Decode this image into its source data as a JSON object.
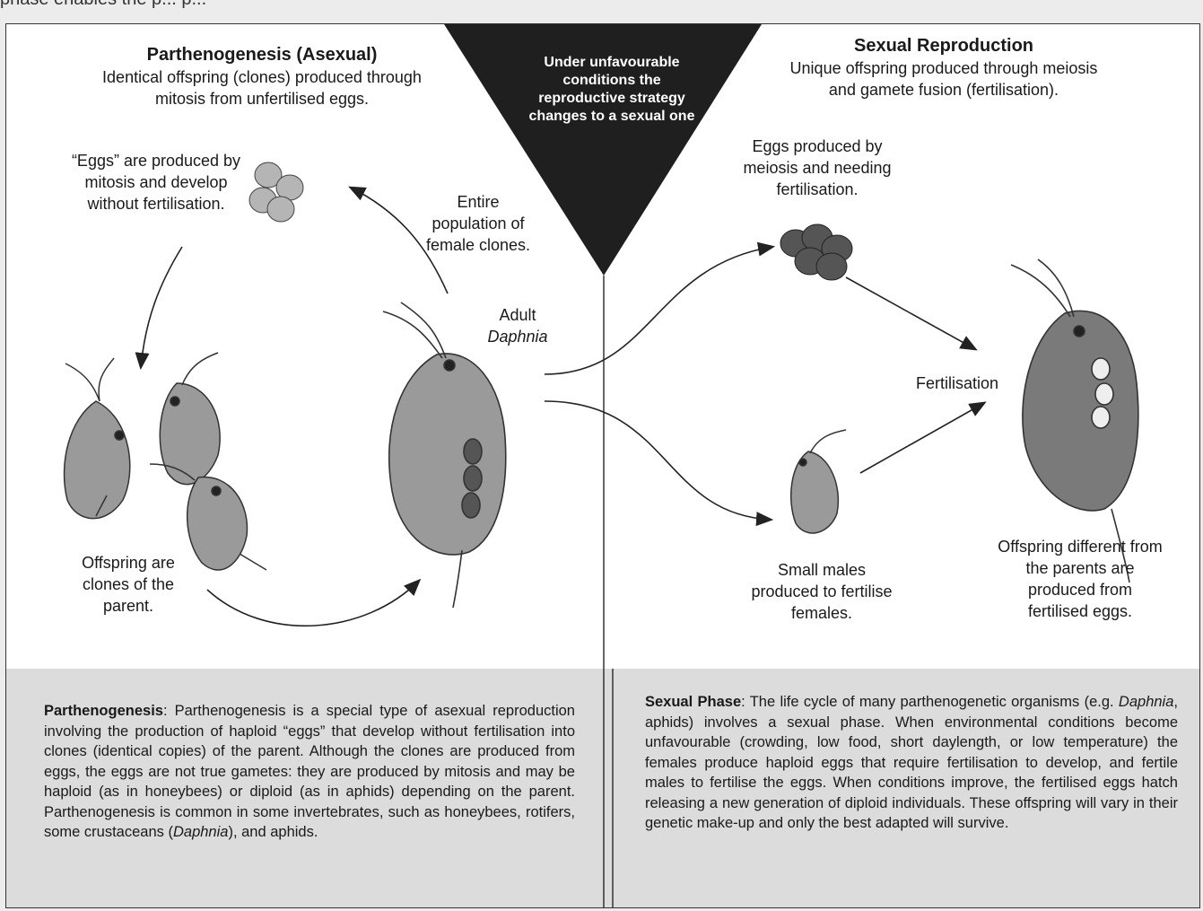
{
  "top_snippet": "phase enables the p... p...",
  "left": {
    "title": "Parthenogenesis (Asexual)",
    "subtitle": "Identical offspring (clones) produced through mitosis from unfertilised eggs.",
    "eggs_label": "“Eggs” are produced by mitosis and develop without fertilisation.",
    "population_label": "Entire population of female clones.",
    "adult_label": "Adult",
    "adult_species": "Daphnia",
    "offspring_label": "Offspring are clones of the parent."
  },
  "middle": {
    "banner": "Under unfavourable conditions the reproductive strategy changes to a sexual one"
  },
  "right": {
    "title": "Sexual Reproduction",
    "subtitle": "Unique offspring produced through meiosis and gamete fusion (fertilisation).",
    "eggs_label": "Eggs produced by meiosis and needing fertilisation.",
    "fertilisation_label": "Fertilisation",
    "males_label": "Small males produced to fertilise females.",
    "offspring_label": "Offspring different from the parents are produced from fertilised eggs."
  },
  "bottom": {
    "left_term": "Parthenogenesis",
    "left_text_1": ": Parthenogenesis is a special type of asexual reproduction involving the production of haploid “eggs” that develop without fertilisation into clones (identical copies) of the parent. Although the clones are produced from eggs, the eggs are not true gametes: they are produced by mitosis and may be haploid (as in honeybees) or diploid (as in aphids) depending on the parent. Parthenogenesis is common in some invertebrates, such as honeybees, rotifers, some crustaceans (",
    "left_italic": "Daphnia",
    "left_text_2": "), and aphids.",
    "right_term": "Sexual Phase",
    "right_text_1": ": The life cycle of many parthenogenetic organisms (e.g. ",
    "right_italic": "Daphnia",
    "right_text_2": ", aphids) involves a sexual phase. When environmental conditions become unfavourable (crowding, low food, short daylength, or low temperature) the females produce haploid eggs that require fertilisation to develop, and fertile males to fertilise the eggs. When conditions improve, the fertilised eggs hatch releasing a new generation of diploid individuals. These offspring will vary in their genetic make-up and only the best adapted will survive."
  },
  "colors": {
    "egg_light": "#b5b5b5",
    "egg_dark": "#555555",
    "body_fill": "#9a9a9a",
    "triangle": "#1f1f1f"
  }
}
